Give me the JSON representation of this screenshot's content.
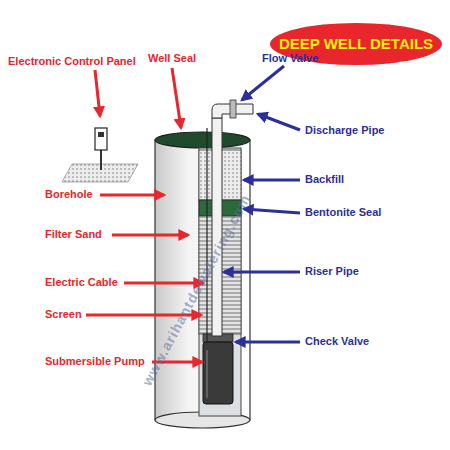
{
  "diagram": {
    "title": "DEEP WELL DETAILS",
    "labels": [
      "Electronic Control Panel",
      "Well Seal",
      "Flow Valve",
      "Discharge Pipe",
      "Borehole",
      "Backfill",
      "Bentonite Seal",
      "Filter Sand",
      "Electric Cable",
      "Riser Pipe",
      "Screen",
      "Check Valve",
      "Submersible Pump",
      "www.arihantdewatering.com"
    ]
  }
}
